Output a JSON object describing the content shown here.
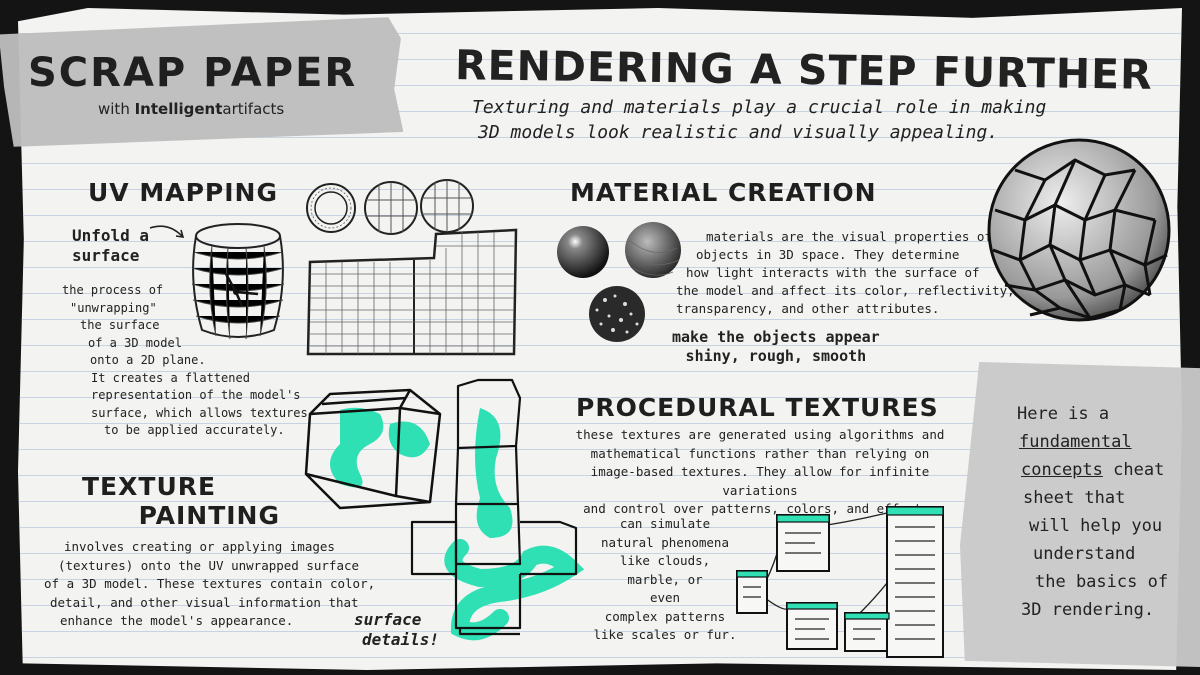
{
  "brand": {
    "name": "SCRAP PAPER",
    "tagline_prefix": "with ",
    "tagline_bold": "Intelligent",
    "tagline_rest": "artifacts"
  },
  "title": "RENDERING A STEP FURTHER",
  "subtitle_line1": "Texturing and materials play a crucial role in making",
  "subtitle_line2": "3D models look realistic and visually appealing.",
  "uv_mapping": {
    "heading": "UV MAPPING",
    "note_line1": "Unfold a",
    "note_line2": "surface",
    "body": [
      "the process of",
      "\"unwrapping\"",
      "the surface",
      "of a 3D model",
      "onto a 2D plane.",
      "It creates a flattened",
      "representation of the model's",
      "surface, which allows textures",
      "to be applied accurately."
    ]
  },
  "material_creation": {
    "heading": "MATERIAL CREATION",
    "body": [
      "materials are the visual properties of",
      "objects in 3D space. They determine",
      "how light interacts with the surface of",
      "the model and affect its color, reflectivity,",
      "transparency, and other attributes."
    ],
    "note_line1": "make the objects appear",
    "note_line2": "shiny, rough, smooth"
  },
  "texture_painting": {
    "heading_line1": "TEXTURE",
    "heading_line2": "PAINTING",
    "body": [
      "involves creating or applying images",
      "(textures) onto the UV unwrapped surface",
      "of a 3D model. These textures contain color,",
      "detail, and other visual information that",
      "enhance the model's appearance."
    ],
    "note_line1": "surface",
    "note_line2": "details!"
  },
  "procedural_textures": {
    "heading": "PROCEDURAL TEXTURES",
    "body": [
      "these textures are generated using algorithms and",
      "mathematical functions rather than relying on",
      "image-based textures. They allow for infinite variations",
      "and control over patterns, colors, and effects."
    ],
    "note": [
      "can simulate",
      "natural phenomena",
      "like clouds,",
      "marble, or",
      "even",
      "complex patterns",
      "like scales or fur."
    ]
  },
  "cheat_sheet": {
    "line1": "Here is a",
    "underlined1": "fundamental",
    "underlined2": "concepts",
    "after_underlined2": " cheat",
    "lines": [
      "sheet that",
      "will help you",
      "understand",
      "the basics of",
      "3D rendering."
    ]
  },
  "colors": {
    "accent": "#2ee0b4",
    "paper": "#f3f3f1",
    "ink": "#222222",
    "tape": "#bdbdbd",
    "rule_line": "#c9d2e3"
  },
  "icons": [
    "uv-barrel-icon",
    "arrow-icon",
    "sphere-icon",
    "uv-grid-icon",
    "material-spheres-icon",
    "cracked-sphere-icon",
    "painted-cube-icon",
    "cube-net-icon",
    "node-graph-icon"
  ]
}
